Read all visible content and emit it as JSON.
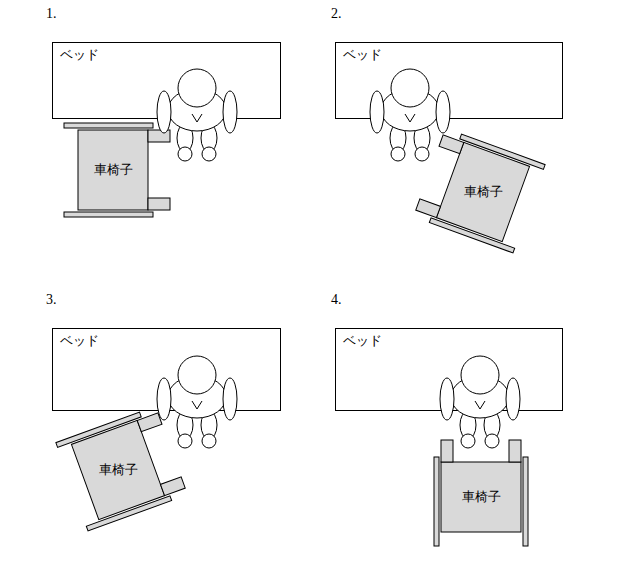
{
  "diagram": {
    "nodes": [
      {
        "text": [
          "ベッド"
        ]
      },
      {
        "text": [
          "車椅子"
        ]
      },
      {
        "text": [
          "ベッド"
        ]
      },
      {
        "text": [
          "車椅子"
        ]
      },
      {
        "text": [
          "ベッド"
        ]
      },
      {
        "text": [
          "車椅子"
        ]
      },
      {
        "text": [
          "ベッド"
        ]
      },
      {
        "text": [
          "車椅子"
        ]
      }
    ],
    "labels": [
      "1.",
      "2.",
      "3.",
      "4."
    ]
  }
}
